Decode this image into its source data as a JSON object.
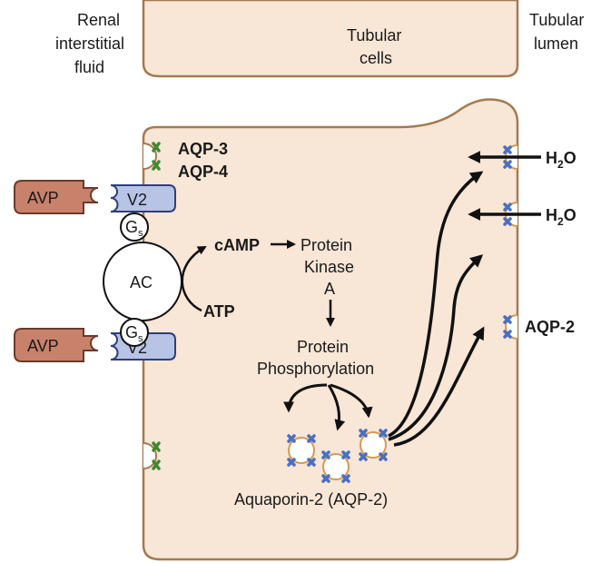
{
  "colors": {
    "cell_fill": "#f8e6d6",
    "cell_stroke": "#a37a50",
    "avp_fill": "#c8816a",
    "avp_stroke": "#6b3a2a",
    "receptor_fill": "#b8c4e6",
    "receptor_stroke": "#2d3e7a",
    "aqp3_channel": "#3e8a2e",
    "aqp2_channel": "#4a6fc0",
    "ring": "#d39a55"
  },
  "labels": {
    "renal_1": "Renal",
    "renal_2": "interstitial",
    "renal_3": "fluid",
    "tubular_cells_1": "Tubular",
    "tubular_cells_2": "cells",
    "tubular_lumen_1": "Tubular",
    "tubular_lumen_2": "lumen",
    "aqp3": "AQP-3",
    "aqp4": "AQP-4",
    "avp": "AVP",
    "v2": "V2",
    "gs_main": "G",
    "gs_sub": "s",
    "ac": "AC",
    "camp": "cAMP",
    "atp": "ATP",
    "pk_1": "Protein",
    "pk_2": "Kinase",
    "pk_3": "A",
    "pp_1": "Protein",
    "pp_2": "Phosphorylation",
    "vesicles": "Aquaporin-2 (AQP-2)",
    "h2o_main": "H",
    "h2o_sub": "2",
    "h2o_tail": "O",
    "aqp2_membrane": "AQP-2"
  }
}
